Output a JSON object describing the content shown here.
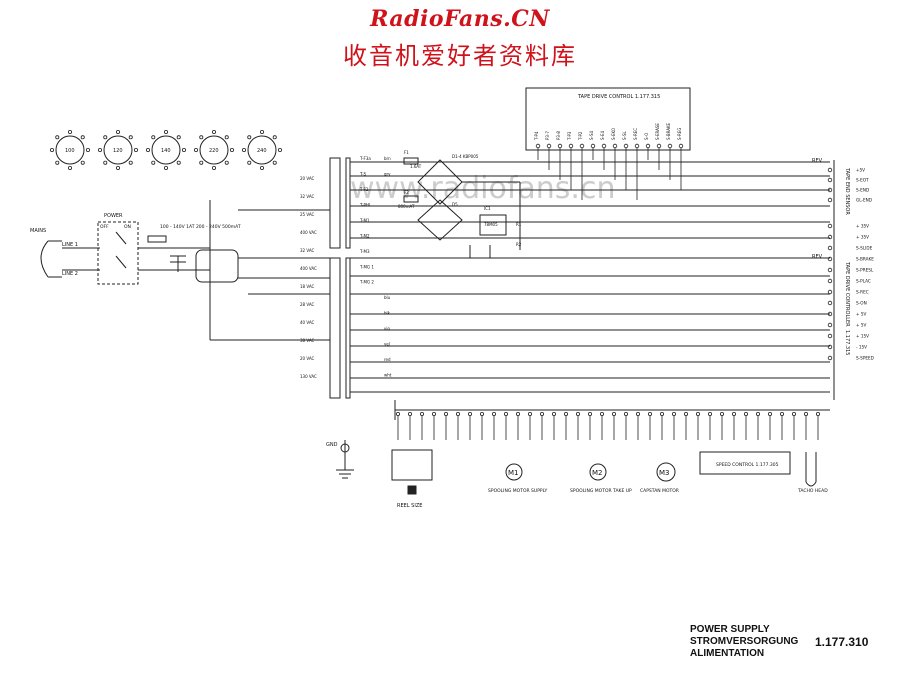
{
  "header": {
    "brand": "RadioFans.CN",
    "subtitle": "收音机爱好者资料库",
    "watermark": "www.radiofans.cn"
  },
  "colors": {
    "brand_red": "#d0121b",
    "line": "#222222"
  },
  "selector": {
    "voltages": [
      "100",
      "120",
      "140",
      "220",
      "240"
    ]
  },
  "mains": {
    "label": "MAINS",
    "line1": "LINE 1",
    "line2": "LINE 2",
    "power_label": "POWER",
    "off": "OFF",
    "on": "ON",
    "fuse_note": "100 - 140V  1AT\n200 - 240V  500mAT"
  },
  "tape_drive": {
    "title": "TAPE DRIVE CONTROL 1.177.315"
  },
  "pins_top": [
    "T-P4",
    "P3-7",
    "P3-8",
    "T-P3",
    "T-P2",
    "S-S4",
    "S-E4",
    "S-EKO",
    "S-SL",
    "S-REC",
    "S-O",
    "S-ERASE",
    "S-BRAKE",
    "S-REG"
  ],
  "wiring": {
    "labels": [
      "T-F3a",
      "T-S",
      "T-F2",
      "T-PHI",
      "T-M1",
      "T-M2",
      "T-M3",
      "T-MG 1",
      "T-MG 2",
      "blu",
      "blk",
      "vio",
      "yel",
      "red",
      "wht",
      "brn",
      "gry"
    ],
    "vac": [
      "20 VAC",
      "32 VAC",
      "25 VAC",
      "400 VAC",
      "32 VAC",
      "400 VAC",
      "18 VAC",
      "28 VAC",
      "40 VAC",
      "38 VAC",
      "20 VAC",
      "130 VAC"
    ],
    "components": [
      "F1",
      "F2",
      "1.6AT",
      "800mAT",
      "D1-4 KBP005",
      "D5",
      "IC1",
      "78M05",
      "R1",
      "R2"
    ]
  },
  "right_connector": {
    "top_label": "REV",
    "mid_label": "REV",
    "side1": "TAPE END SENSOR",
    "side2": "TAPE DRIVE CONTROLLER",
    "side3": "1.177.315",
    "pins": [
      "+5V",
      "S-EOT",
      "S-END",
      "GL-END",
      "+ 35V",
      "+ 35V",
      "S-SLIDE",
      "S-BRAKE",
      "S-PRESL",
      "S-PLAC",
      "S-REC",
      "S-ON",
      "+ 5V",
      "+ 5V",
      "+ 15V",
      "- 15V",
      "S-SPEED"
    ]
  },
  "bottom": {
    "gnd": "GND",
    "reel": "REEL SIZE",
    "m1": "M1",
    "m2": "M2",
    "m3": "M3",
    "spool_supply": "SPOOLING MOTOR\nSUPPLY",
    "spool_takeup": "SPOOLING MOTOR\nTAKE UP",
    "capstan": "CAPSTAN MOTOR",
    "speed": "SPEED CONTROL 1.177.305",
    "tacho": "TACHO HEAD"
  },
  "title_block": {
    "line1": "POWER SUPPLY",
    "line2": "STROMVERSORGUNG",
    "line3": "ALIMENTATION",
    "number": "1.177.310"
  }
}
